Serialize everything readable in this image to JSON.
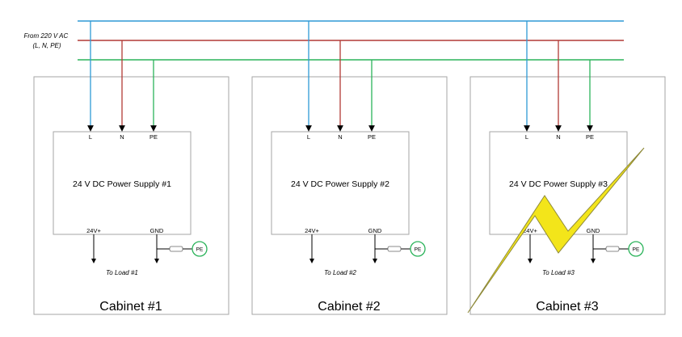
{
  "source_label": {
    "line1": "From 220 V AC",
    "line2": "(L, N, PE)"
  },
  "colors": {
    "L": "#2e9ad6",
    "N": "#b23a36",
    "PE": "#2bb35a",
    "border": "#a6a6a6",
    "bolt": "#f3e51a",
    "bolt_outline": "#8f8a3a"
  },
  "terminals": {
    "L": "L",
    "N": "N",
    "PE": "PE",
    "pos": "24V+",
    "gnd": "GND",
    "pe_symbol": "PE"
  },
  "cabinets": [
    {
      "name": "Cabinet #1",
      "psu": "24 V DC Power Supply #1",
      "load": "To Load #1",
      "fault": false
    },
    {
      "name": "Cabinet #2",
      "psu": "24 V DC Power Supply #2",
      "load": "To Load #2",
      "fault": false
    },
    {
      "name": "Cabinet #3",
      "psu": "24 V DC Power Supply #3",
      "load": "To Load #3",
      "fault": true
    }
  ]
}
